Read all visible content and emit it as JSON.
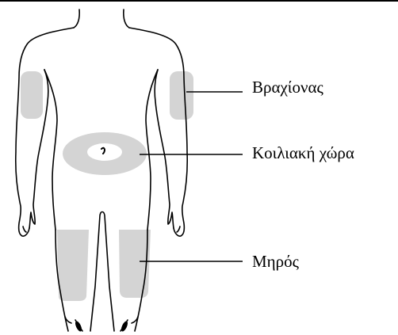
{
  "labels": {
    "arm": "Βραχίονας",
    "abdomen": "Κοιλιακή χώρα",
    "thigh": "Μηρός"
  },
  "colors": {
    "outline": "#000000",
    "injection_area": "#d4d4d4",
    "background": "#ffffff"
  }
}
